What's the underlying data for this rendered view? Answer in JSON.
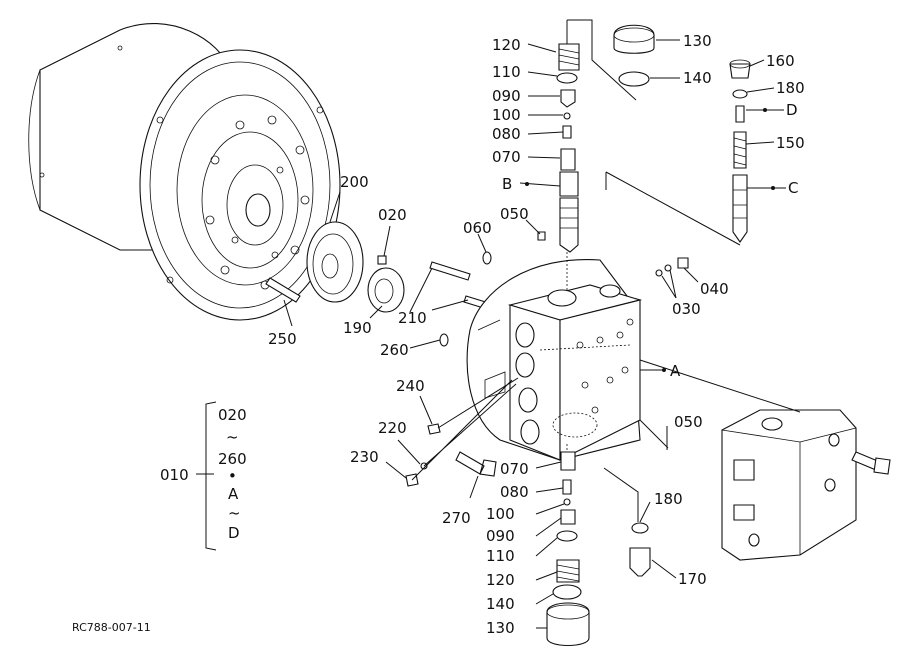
{
  "diagram": {
    "drawing_code": "RC788-007-11",
    "labels": {
      "p120_top": "120",
      "p110_top": "110",
      "p090_top": "090",
      "p100_top": "100",
      "p080_top": "080",
      "p070_top": "070",
      "p130_top": "130",
      "p140_top": "140",
      "p160": "160",
      "p180_top": "180",
      "pD_top": "D",
      "p150": "150",
      "pB": "B",
      "pC": "C",
      "p200": "200",
      "p020": "020",
      "p050_top": "050",
      "p060": "060",
      "p040": "040",
      "p030": "030",
      "p210": "210",
      "p190": "190",
      "p250": "250",
      "p260": "260",
      "pA": "A",
      "p240": "240",
      "p220": "220",
      "p230": "230",
      "p050_bot": "050",
      "p070_bot": "070",
      "p080_bot": "080",
      "p100_bot": "100",
      "p090_bot": "090",
      "p110_bot": "110",
      "p120_bot": "120",
      "p140_bot": "140",
      "p130_bot": "130",
      "p180_bot": "180",
      "p170": "170",
      "p270": "270",
      "p010": "010"
    },
    "assembly_range": {
      "start": "020",
      "tilde1": "~",
      "mid": "260",
      "dot": "•",
      "a": "A",
      "tilde2": "~",
      "d": "D"
    }
  }
}
